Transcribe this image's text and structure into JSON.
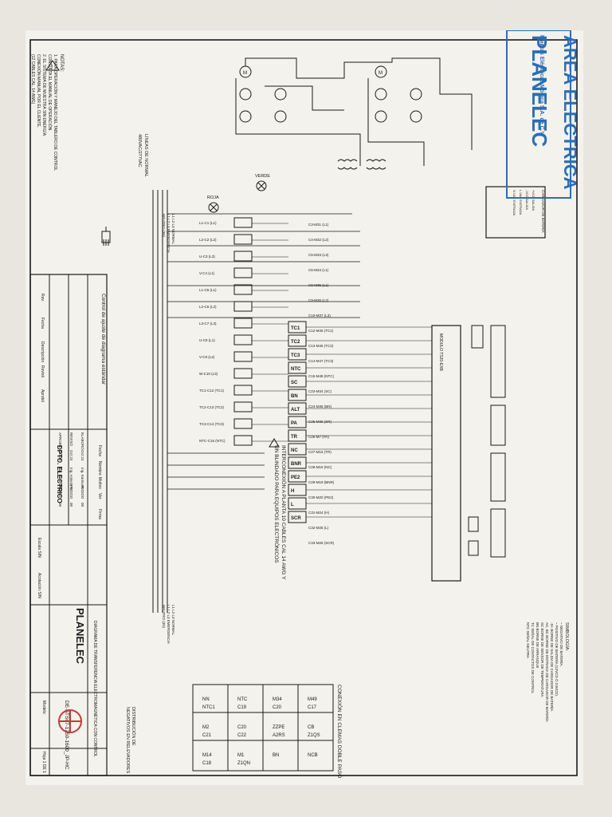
{
  "stamp": {
    "brand": "PLANELEC",
    "company": "Plantas Eléctricas Módica S.A. de C.V.",
    "dept": "AREA ELECTRICA"
  },
  "notes": {
    "heading": "NOTAS:",
    "lines": [
      "1. PARA OPERACIÓN Y MANEJO DEL TABLERO DE CONTROL",
      "CONSULTA EL MANUAL DE OPERACIÓN.",
      "2. EL SISTEMA DE MUESTRA SIN ENERGÍA.",
      "CONEXIÓN MANUAL POR EL CLIENTE.",
      "(12 CABLES CAL. 14 AWG)"
    ]
  },
  "lines_left": {
    "normal": "LÍNEAS DE NORMAL",
    "voltage": "480VAC/277VAC"
  },
  "bus": [
    "L1 L2 L3 NORMAL",
    "L1 L2 L3 EMERGENCIA",
    "NEUTRO (3N)"
  ],
  "lamps": {
    "green": "VERDE",
    "red": "ROJA"
  },
  "relays": [
    "L1-C1 (L1)",
    "L2-C2 (L2)",
    "U-C3 (L3)",
    "V-C4 (L1)",
    "L1-C5 (L1)",
    "L2-C6 (L2)",
    "L3-C7 (L3)",
    "U-C8 (L1)",
    "V-C9 (L2)",
    "W-C10 (L3)",
    "TC1-C12 (TC1)",
    "TC2-C13 (TC2)",
    "TC3-C14 (TC3)",
    "NTC-C15 (NTC)"
  ],
  "terminals": [
    "TC1",
    "TC2",
    "TC3",
    "NTC",
    "SC",
    "BN",
    "ALT",
    "PA",
    "TR",
    "NC",
    "BNR",
    "PE2",
    "H",
    "L",
    "SCR"
  ],
  "right_labels": [
    "C3-M31 (L1)",
    "C4-M32 (L2)",
    "C5-M33 (L3)",
    "C6-M34 (L1)",
    "C8-M35 (L1)",
    "C9-M36 (L2)",
    "C10-M37 (L3)",
    "C12-M45 (TC1)",
    "C13-M46 (TC2)",
    "C14-M47 (TC3)",
    "C15-M48 (NTC)",
    "C23-M34 (SC)",
    "C24-M35 (BN)",
    "C25-M36 (SR)",
    "C26-M7 (PA)",
    "C27-M15 (TR)",
    "C28-M16 (NC)",
    "C29-M19 (BNR)",
    "C30-M20 (PE2)",
    "C31-M24 (H)",
    "C32-M25 (L)",
    "C33-M26 (SCR)"
  ],
  "module": {
    "title": "MODULO TS20-EXB"
  },
  "interconnect": [
    "INTERCONEXIÓN A PLANTA 10 CABLES CAL 14 AWG Y",
    "UN BLINDADO PARA EQUIPOS ELECTRÓNICOS"
  ],
  "charger": {
    "title": "CARGADOR DE BATERÍA",
    "labels": [
      "+VCD SALIDA",
      "-VCD SALIDA",
      "L VAC ENTRADA",
      "N VAC ENTRADA"
    ]
  },
  "motor": {
    "u1": "M",
    "u2": "M"
  },
  "title_block": {
    "subtitle": "Control de ajuste de diagrama estándar",
    "rev_headers": [
      "Rev.",
      "Fecha",
      "Descripción",
      "Revisó",
      "Aprobó"
    ],
    "rows": [
      [
        "ELABORÓ",
        "Oct 24",
        "Ing. Karina E.",
        "PEDIDO",
        "00"
      ],
      [
        "REVISÓ",
        "Oct 24",
        "Ing. Aniseia G.",
        "PEDIDO",
        "00"
      ],
      [
        "APROBÓ",
        "Oct 24",
        "Ing. Karina E.",
        "PEDIDO",
        "00"
      ]
    ],
    "cols": [
      "Fecha",
      "Nombre",
      "Motivo",
      "Ver",
      "Firma"
    ],
    "dept": "DPTO. ELECTRICO",
    "scale": "Escala S/N",
    "acot": "Acotación S/N",
    "company": "PLANELEC",
    "doc": "DE-ATS07-1250-1600_JP-HC",
    "title": "DIAGRAMA DE TRANSFERENCIA ELECTROMAGNÉTICA CON CONTROL",
    "sheet": "Hoja 1 DE 1",
    "model": "Modelo:"
  },
  "legend": {
    "title": "SIMBOLOGÍA:",
    "lines": [
      "~ NEGATIVO DE BATERÍA.",
      "~ POSITIVO DE BATERÍA (12VCD Ó 24VCD).",
      "-S+ BORNE DE SALIDA DE CARGADOR DE BATERÍA",
      "AC, BC BORNE DE ENTRADA DE CARGADOR DE BATERÍA",
      "SC BORNE DE SENSOR DE TEMPERATURA",
      "BN BORNE DE ARRANQUE",
      "TC SEÑAL DE CONTACTOS DE CONTROL",
      "NTC SEÑAL NEUTRA"
    ]
  },
  "conn_table": {
    "title": "CONEXIÓN EN CLEMAS DOBLE PASO",
    "cells": [
      "NN",
      "NTC",
      "M34",
      "M49",
      "M2",
      "C20",
      "ZZPE",
      "CB",
      "M14",
      "M1",
      "BN",
      "NCB",
      "NTC1",
      "C19",
      "C20",
      "C17",
      "C21",
      "C22",
      "A2RS",
      "Z1QS",
      "C18",
      "Z1QN"
    ]
  },
  "side_note": [
    "DISTRIBUCIÓN DE",
    "NEGATIVOS EN RELEVADORES"
  ]
}
